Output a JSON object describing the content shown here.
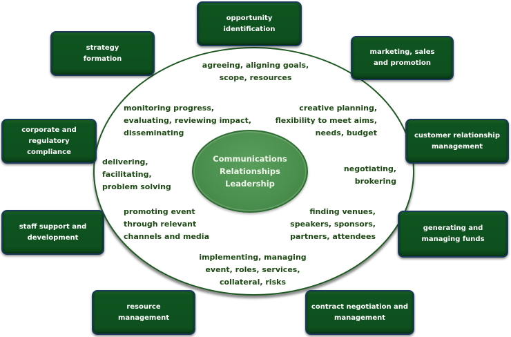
{
  "core": {
    "lines": "Communications\nRelationships\nLeadership"
  },
  "outer_boxes": {
    "opportunity": "opportunity\nidentification",
    "strategy": "strategy\nformation",
    "marketing": "marketing, sales\nand promotion",
    "corporate": "corporate and\nregulatory\ncompliance",
    "customer": "customer relationship\nmanagement",
    "staff": "staff support  and\ndevelopment",
    "funds": "generating and\nmanaging funds",
    "resource": "resource\nmanagement",
    "contract": "contract negotiation  and\nmanagement"
  },
  "ring_activities": {
    "agreeing": "agreeing, aligning goals,\nscope, resources",
    "monitoring": "monitoring progress,\nevaluating, reviewing impact,\ndisseminating",
    "creative": "creative planning,\nflexibility to meet aims,\nneeds, budget",
    "delivering": "delivering,\nfacilitating,\nproblem solving",
    "negotiating": "negotiating,\nbrokering",
    "promoting": "promoting event\nthrough relevant\nchannels and media",
    "finding": "finding venues,\nspeakers, sponsors,\npartners, attendees",
    "implementing": "implementing, managing\nevent, roles, services,\ncollateral, risks"
  },
  "colors": {
    "box_fill": "#0e501e",
    "box_border": "#1a3b5c",
    "ring_border": "#1f5a22",
    "core_fill": "#4a8f4d",
    "ring_text": "#1d4a14"
  }
}
